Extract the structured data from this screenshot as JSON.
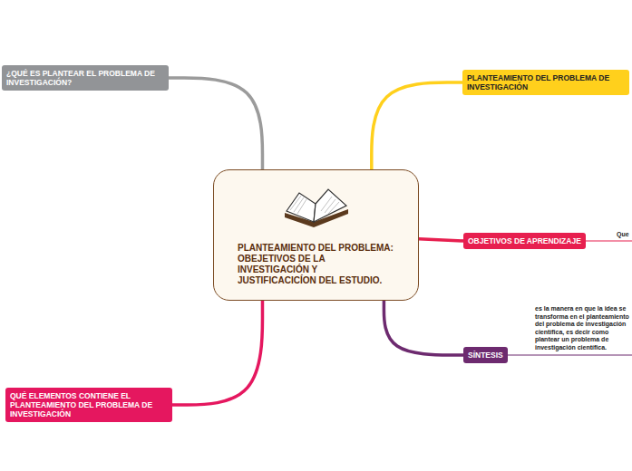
{
  "diagram": {
    "nodes": [
      {
        "text": [
          "PLANTEAMIENTO DEL PROBLEMA: OBEJETIVOS DE LA INVESTIGACIÓN Y JUSTIFICACICÍON DEL ESTUDIO."
        ]
      },
      {
        "text": [
          "¿QUÉ ES PLANTEAR EL PROBLEMA DE INVESTIGACIÓN?"
        ]
      },
      {
        "text": [
          "PLANTEAMIENTO DEL PROBLEMA DE INVESTIGACIÓN"
        ]
      },
      {
        "text": [
          "OBJETIVOS DE APRENDIZAJE"
        ]
      },
      {
        "text": [
          "SÍNTESIS"
        ]
      },
      {
        "text": [
          "QUÉ ELEMENTOS CONTIENE EL PLANTEAMIENTO DEL PROBLEMA DE INVESTIGACIÓN"
        ]
      }
    ],
    "edges": [
      {
        "from": 0,
        "to": 1,
        "arrow": "none"
      },
      {
        "from": 0,
        "to": 2,
        "arrow": "none"
      },
      {
        "from": 0,
        "to": 3,
        "arrow": "none"
      },
      {
        "from": 0,
        "to": 4,
        "arrow": "none"
      },
      {
        "from": 0,
        "to": 5,
        "arrow": "none"
      }
    ],
    "labels": [
      "Que",
      "es  la manera en que la idea se transforma en el planteamiento del problema de investigación científica, es decir como plantear un problema de investigación científica."
    ]
  }
}
